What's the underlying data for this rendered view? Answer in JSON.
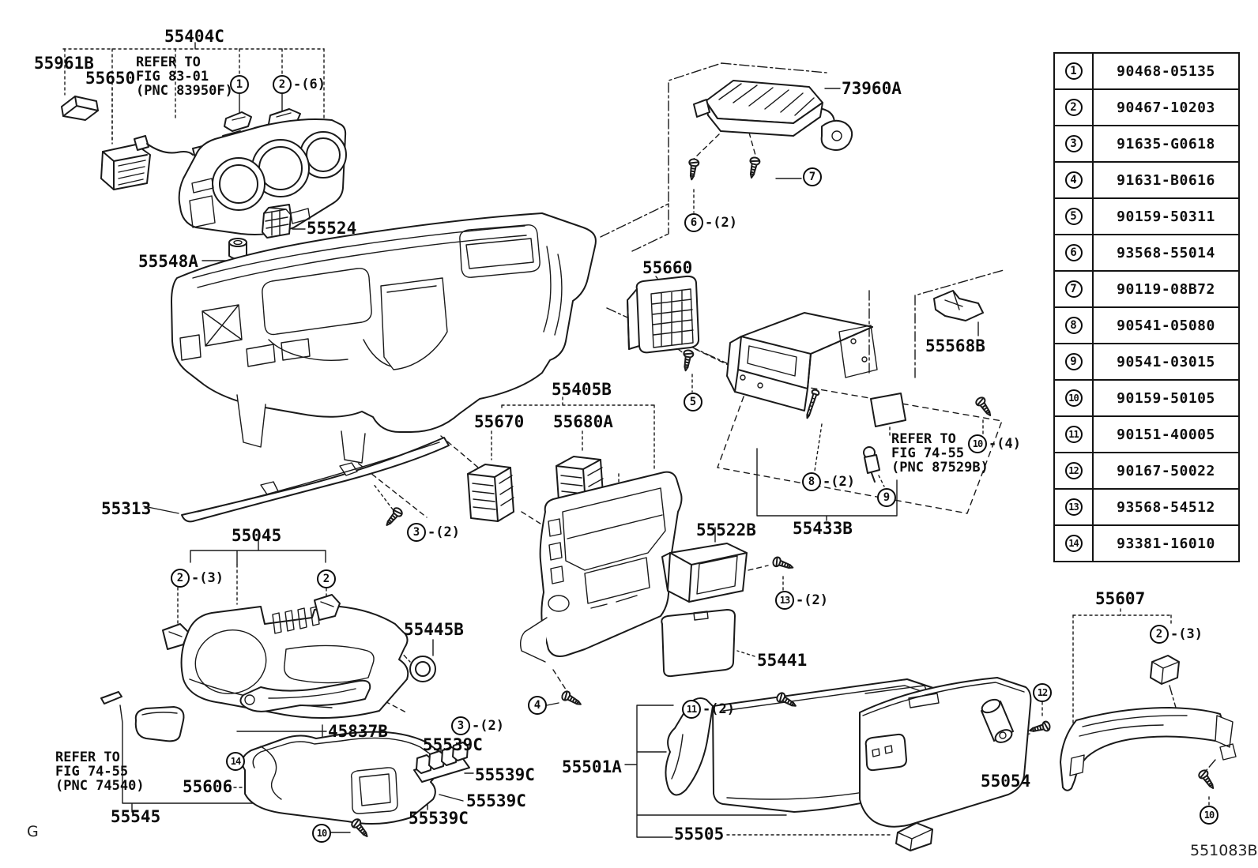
{
  "figure": {
    "drawing_number": "551083B",
    "section_letter": "G"
  },
  "parts_table": {
    "rows": [
      {
        "ref": "1",
        "part_number": "90468-05135"
      },
      {
        "ref": "2",
        "part_number": "90467-10203"
      },
      {
        "ref": "3",
        "part_number": "91635-G0618"
      },
      {
        "ref": "4",
        "part_number": "91631-B0616"
      },
      {
        "ref": "5",
        "part_number": "90159-50311"
      },
      {
        "ref": "6",
        "part_number": "93568-55014"
      },
      {
        "ref": "7",
        "part_number": "90119-08B72"
      },
      {
        "ref": "8",
        "part_number": "90541-05080"
      },
      {
        "ref": "9",
        "part_number": "90541-03015"
      },
      {
        "ref": "10",
        "part_number": "90159-50105"
      },
      {
        "ref": "11",
        "part_number": "90151-40005"
      },
      {
        "ref": "12",
        "part_number": "90167-50022"
      },
      {
        "ref": "13",
        "part_number": "93568-54512"
      },
      {
        "ref": "14",
        "part_number": "93381-16010"
      }
    ]
  },
  "part_labels": [
    {
      "id": "55961B",
      "text": "55961B"
    },
    {
      "id": "55650",
      "text": "55650"
    },
    {
      "id": "55404C",
      "text": "55404C"
    },
    {
      "id": "55524",
      "text": "55524"
    },
    {
      "id": "55548A",
      "text": "55548A"
    },
    {
      "id": "73960A",
      "text": "73960A"
    },
    {
      "id": "55660",
      "text": "55660"
    },
    {
      "id": "55568B",
      "text": "55568B"
    },
    {
      "id": "55405B",
      "text": "55405B"
    },
    {
      "id": "55670",
      "text": "55670"
    },
    {
      "id": "55680A",
      "text": "55680A"
    },
    {
      "id": "55313",
      "text": "55313"
    },
    {
      "id": "55045",
      "text": "55045"
    },
    {
      "id": "55445B",
      "text": "55445B"
    },
    {
      "id": "55522B",
      "text": "55522B"
    },
    {
      "id": "55433B",
      "text": "55433B"
    },
    {
      "id": "55441",
      "text": "55441"
    },
    {
      "id": "45837B",
      "text": "45837B"
    },
    {
      "id": "55539C-1",
      "text": "55539C"
    },
    {
      "id": "55539C-2",
      "text": "55539C"
    },
    {
      "id": "55539C-3",
      "text": "55539C"
    },
    {
      "id": "55539C-4",
      "text": "55539C"
    },
    {
      "id": "55606",
      "text": "55606"
    },
    {
      "id": "55545",
      "text": "55545"
    },
    {
      "id": "55501A",
      "text": "55501A"
    },
    {
      "id": "55505",
      "text": "55505"
    },
    {
      "id": "55607",
      "text": "55607"
    },
    {
      "id": "55054",
      "text": "55054"
    }
  ],
  "callouts": [
    {
      "id": "c1",
      "ref": "1",
      "qty": ""
    },
    {
      "id": "c2",
      "ref": "2",
      "qty": "-(6)"
    },
    {
      "id": "c3",
      "ref": "6",
      "qty": "-(2)"
    },
    {
      "id": "c4",
      "ref": "7",
      "qty": ""
    },
    {
      "id": "c5",
      "ref": "5",
      "qty": ""
    },
    {
      "id": "c6",
      "ref": "10",
      "qty": "-(4)"
    },
    {
      "id": "c7",
      "ref": "8",
      "qty": "-(2)"
    },
    {
      "id": "c8",
      "ref": "9",
      "qty": ""
    },
    {
      "id": "c9",
      "ref": "2",
      "qty": "-(3)"
    },
    {
      "id": "c10",
      "ref": "2",
      "qty": ""
    },
    {
      "id": "c11",
      "ref": "3",
      "qty": "-(2)"
    },
    {
      "id": "c12",
      "ref": "13",
      "qty": "-(2)"
    },
    {
      "id": "c13",
      "ref": "4",
      "qty": ""
    },
    {
      "id": "c14",
      "ref": "3",
      "qty": "-(2)"
    },
    {
      "id": "c15",
      "ref": "14",
      "qty": ""
    },
    {
      "id": "c16",
      "ref": "10",
      "qty": ""
    },
    {
      "id": "c17",
      "ref": "11",
      "qty": "-(2)"
    },
    {
      "id": "c18",
      "ref": "2",
      "qty": "-(3)"
    },
    {
      "id": "c19",
      "ref": "12",
      "qty": ""
    },
    {
      "id": "c20",
      "ref": "10",
      "qty": ""
    }
  ],
  "reference_notes": [
    {
      "id": "note-fig-83-01",
      "lines": [
        "REFER TO",
        "FIG 83-01",
        "(PNC 83950F)"
      ]
    },
    {
      "id": "note-fig-74-55-87529B",
      "lines": [
        "REFER TO",
        "FIG 74-55",
        "(PNC 87529B)"
      ]
    },
    {
      "id": "note-fig-74-55-74540",
      "lines": [
        "REFER TO",
        "FIG 74-55",
        "(PNC 74540)"
      ]
    }
  ]
}
